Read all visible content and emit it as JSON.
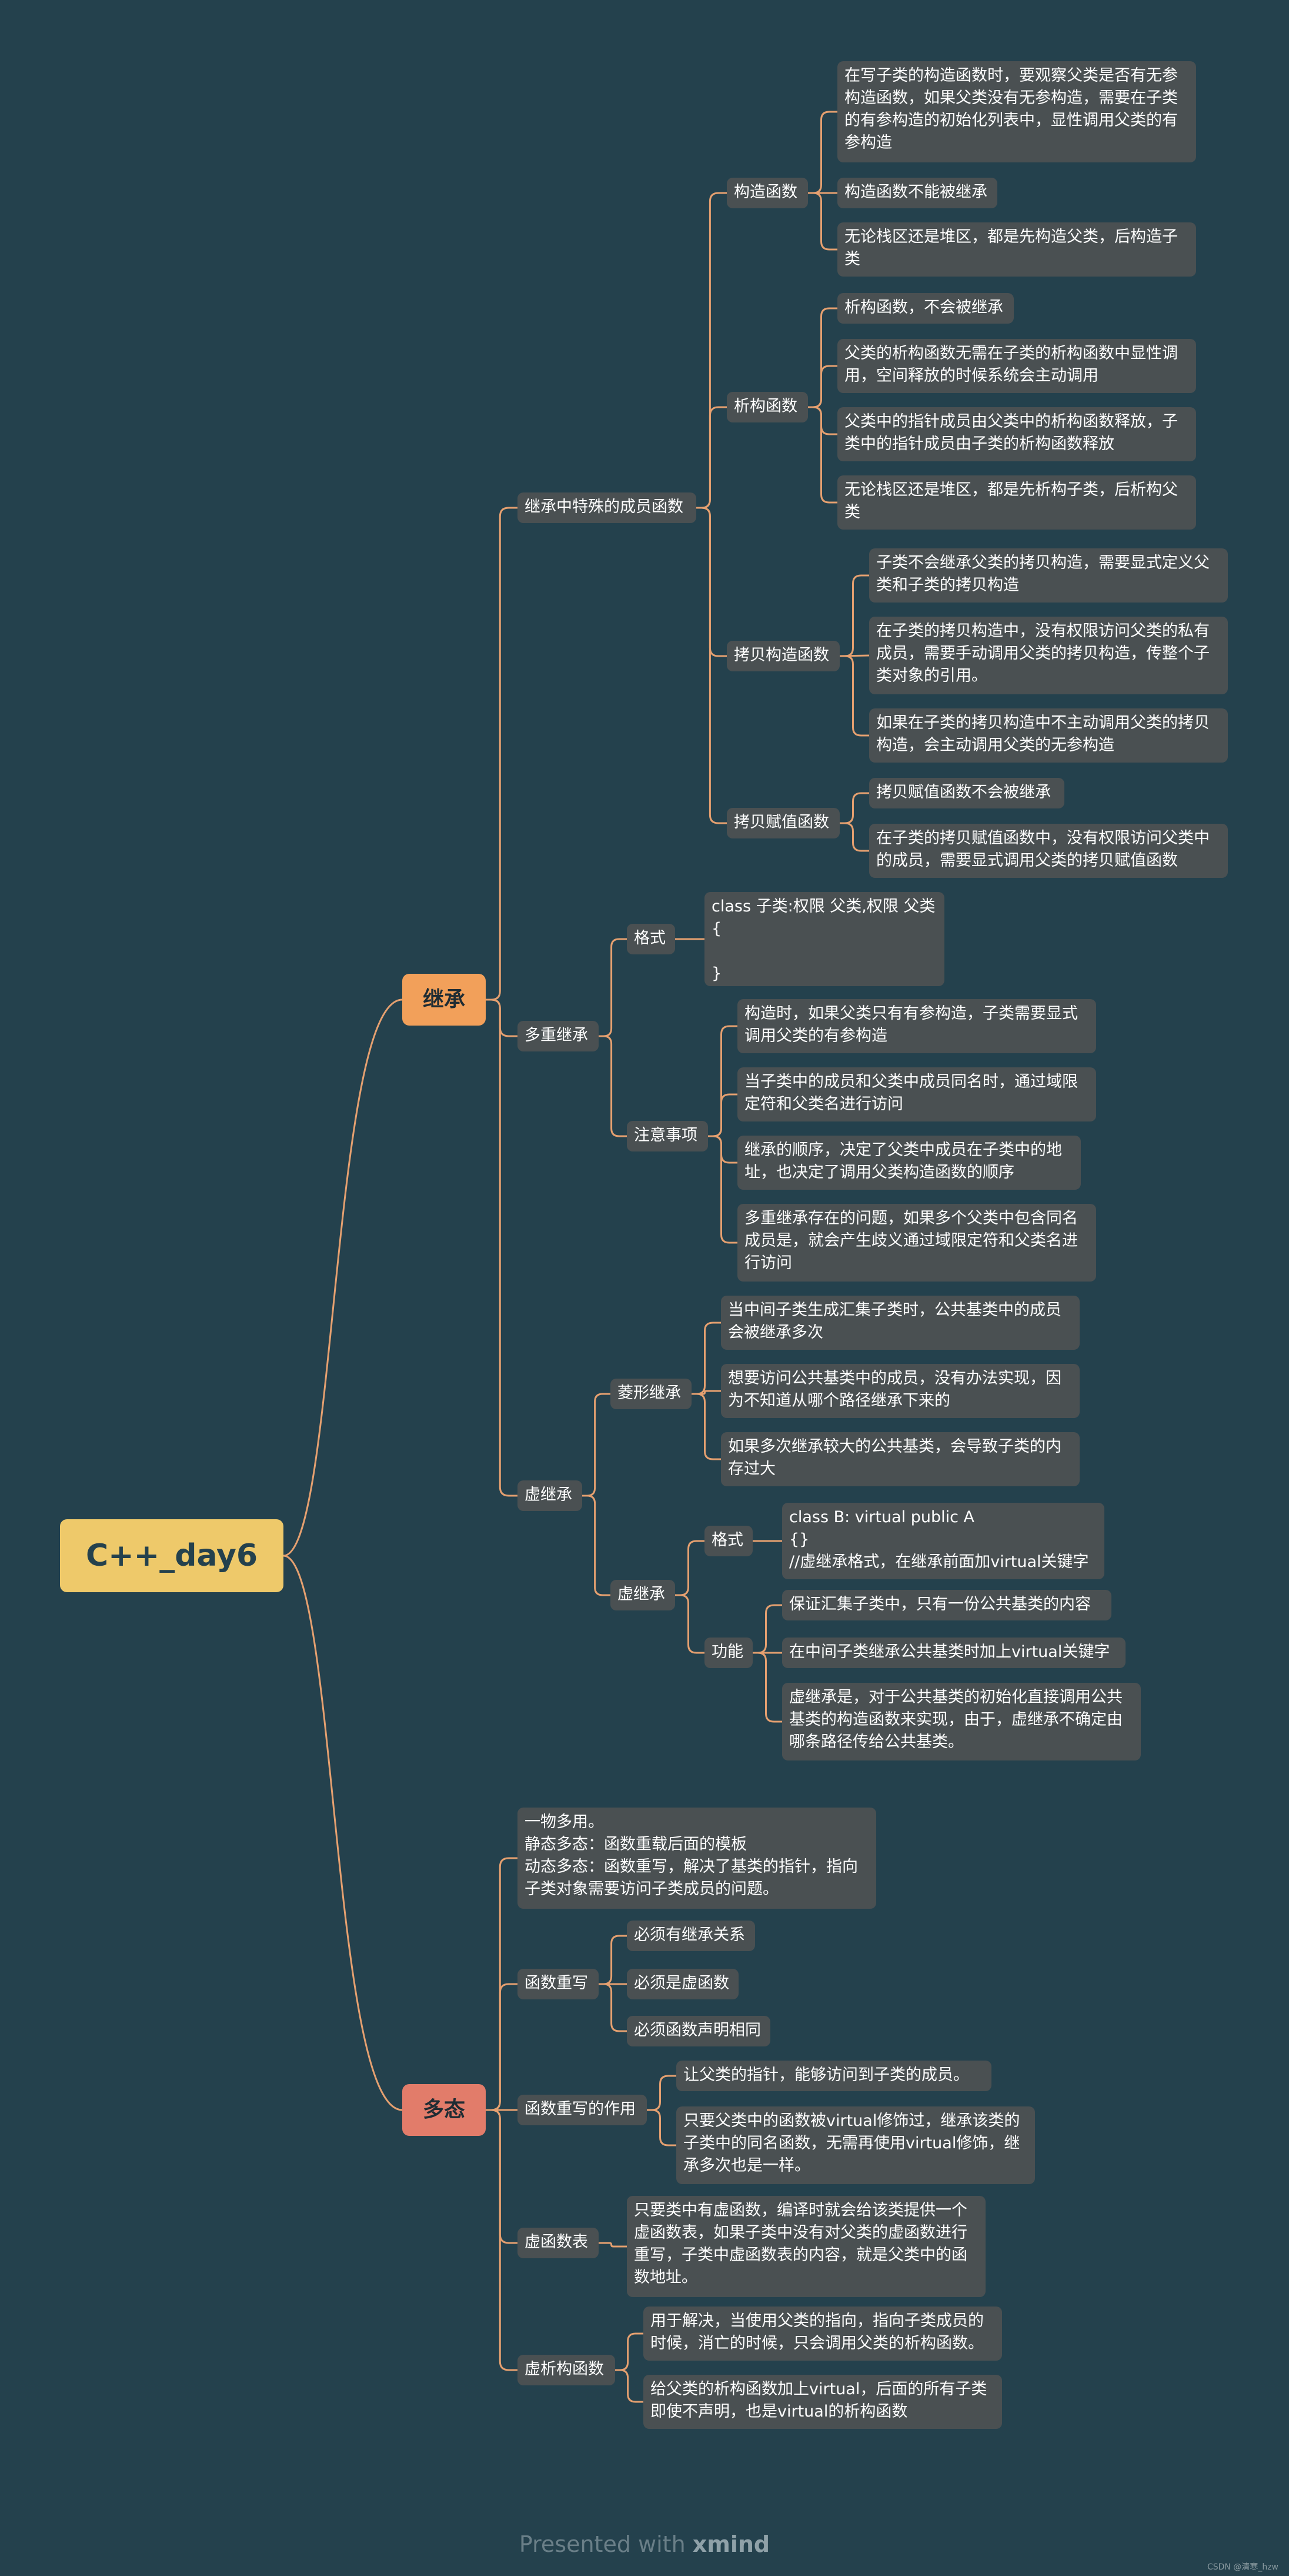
{
  "root": "C++_day6",
  "inherit": "继承",
  "poly": "多态",
  "n_special": "继承中特殊的成员函数",
  "n_ctor": "构造函数",
  "l_ctor1": "在写子类的构造函数时，要观察父类是否有无参构造函数，如果父类没有无参构造，需要在子类的有参构造的初始化列表中，显性调用父类的有参构造",
  "l_ctor2": "构造函数不能被继承",
  "l_ctor3": "无论栈区还是堆区，都是先构造父类，后构造子类",
  "n_dtor": "析构函数",
  "l_dtor1": "析构函数，不会被继承",
  "l_dtor2": "父类的析构函数无需在子类的析构函数中显性调用，空间释放的时候系统会主动调用",
  "l_dtor3": "父类中的指针成员由父类中的析构函数释放，子类中的指针成员由子类的析构函数释放",
  "l_dtor4": "无论栈区还是堆区，都是先析构子类，后析构父类",
  "n_copy": "拷贝构造函数",
  "l_copy1": "子类不会继承父类的拷贝构造，需要显式定义父类和子类的拷贝构造",
  "l_copy2": "在子类的拷贝构造中，没有权限访问父类的私有成员，需要手动调用父类的拷贝构造，传整个子类对象的引用。",
  "l_copy3": "如果在子类的拷贝构造中不主动调用父类的拷贝构造，会主动调用父类的无参构造",
  "n_assign": "拷贝赋值函数",
  "l_assign1": "拷贝赋值函数不会被继承",
  "l_assign2": "在子类的拷贝赋值函数中，没有权限访问父类中的成员，需要显式调用父类的拷贝赋值函数",
  "n_multi": "多重继承",
  "n_fmt1": "格式",
  "l_fmt1": "class 子类:权限 父类,权限 父类\n{\n\n}",
  "n_notes": "注意事项",
  "l_note1": "构造时，如果父类只有有参构造，子类需要显式调用父类的有参构造",
  "l_note2": "当子类中的成员和父类中成员同名时，通过域限定符和父类名进行访问",
  "l_note3": "继承的顺序，决定了父类中成员在子类中的地址，也决定了调用父类构造函数的顺序",
  "l_note4": "多重继承存在的问题，如果多个父类中包含同名成员是，就会产生歧义通过域限定符和父类名进行访问",
  "n_virt": "虚继承",
  "n_diamond": "菱形继承",
  "l_dia1": "当中间子类生成汇集子类时，公共基类中的成员会被继承多次",
  "l_dia2": "想要访问公共基类中的成员，没有办法实现，因为不知道从哪个路径继承下来的",
  "l_dia3": "如果多次继承较大的公共基类，会导致子类的内存过大",
  "n_virtinh": "虚继承",
  "n_fmt2": "格式",
  "l_fmt2": "class B: virtual public A\n{}\n//虚继承格式，在继承前面加virtual关键字",
  "n_func": "功能",
  "l_func1": "保证汇集子类中，只有一份公共基类的内容",
  "l_func2": "在中间子类继承公共基类时加上virtual关键字",
  "l_func3": "虚继承是，对于公共基类的初始化直接调用公共基类的构造函数来实现，由于，虚继承不确定由哪条路径传给公共基类。",
  "l_polydef": "一物多用。\n静态多态：函数重载后面的模板\n动态多态：函数重写，解决了基类的指针，指向子类对象需要访问子类成员的问题。",
  "n_override": "函数重写",
  "l_ov1": "必须有继承关系",
  "l_ov2": "必须是虚函数",
  "l_ov3": "必须函数声明相同",
  "n_ovuse": "函数重写的作用",
  "l_use1": "让父类的指针，能够访问到子类的成员。",
  "l_use2": "只要父类中的函数被virtual修饰过，继承该类的子类中的同名函数，无需再使用virtual修饰，继承多次也是一样。",
  "n_vtable": "虚函数表",
  "l_vtable": "只要类中有虚函数，编译时就会给该类提供一个虚函数表，如果子类中没有对父类的虚函数进行重写，子类中虚函数表的内容，就是父类中的函数地址。",
  "n_vdtor": "虚析构函数",
  "l_vd1": "用于解决，当使用父类的指向，指向子类成员的时候，消亡的时候，只会调用父类的析构函数。",
  "l_vd2": "给父类的析构函数加上virtual，后面的所有子类即使不声明，也是virtual的析构函数",
  "footer_a": "Presented with ",
  "footer_b": "xmind",
  "watermark": "CSDN @清寒_hzw",
  "edge_color": "#e5a070"
}
